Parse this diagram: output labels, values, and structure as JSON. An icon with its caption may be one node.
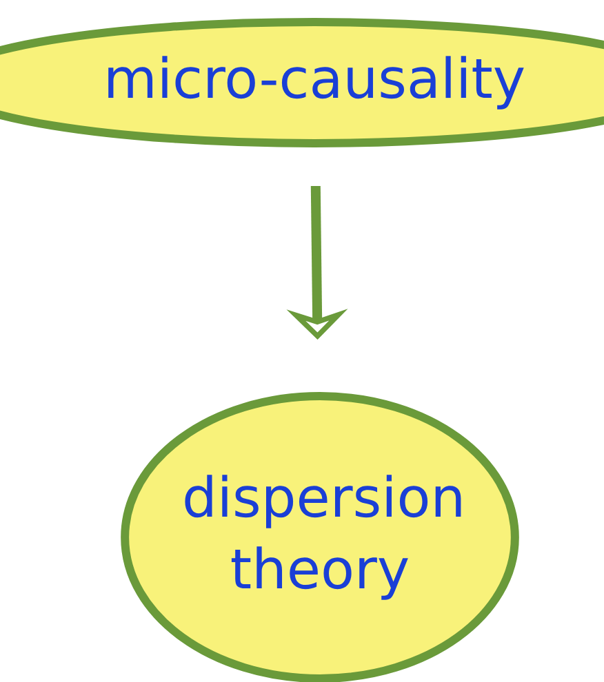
{
  "diagram": {
    "nodes": [
      {
        "text": [
          "micro-causality"
        ]
      },
      {
        "text": [
          "dispersion theory"
        ]
      }
    ],
    "edges": [
      {
        "from": 0,
        "to": 1,
        "arrow": "to"
      }
    ]
  }
}
